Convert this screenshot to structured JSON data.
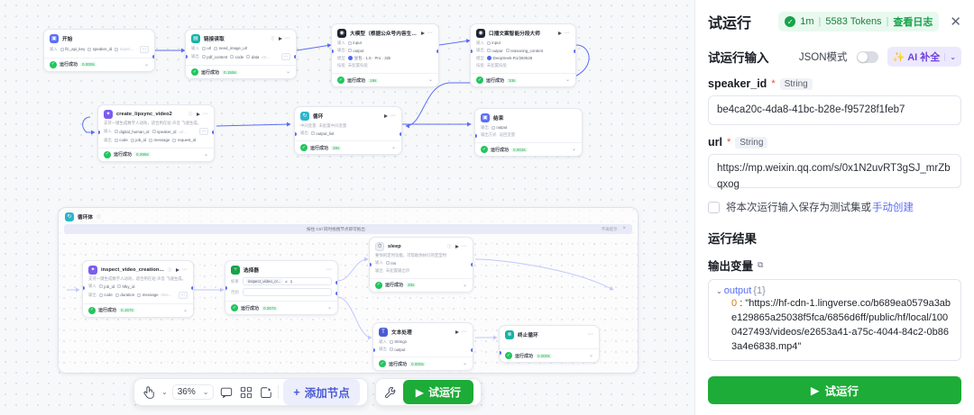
{
  "canvas": {
    "loop_container": {
      "title": "循环体",
      "banner_text": "按住 Ctrl 同时拖拽节点即可拖出",
      "banner_dismiss": "不再提示",
      "banner_close": "×"
    },
    "nodes": [
      {
        "id": "start",
        "title": "开始",
        "icon": "start-icon",
        "input_label": "输入",
        "inputs": [
          "flc_api_key",
          "speaker_id",
          "object..."
        ],
        "status": "运行成功",
        "time": "0.000s"
      },
      {
        "id": "link-reader",
        "title": "链接读取",
        "icon": "link-reader-icon",
        "input_label": "输入",
        "inputs": [
          "url",
          "need_image_url"
        ],
        "output_label": "输出",
        "outputs": [
          "pdf_content",
          "code",
          "data",
          "err..."
        ],
        "status": "运行成功",
        "time": "0.155s"
      },
      {
        "id": "llm-wechat",
        "title": "大模型（根据公众号内容生成视...",
        "icon": "llm-icon",
        "input_label": "输入",
        "inputs": [
          "input"
        ],
        "output_label": "输出",
        "outputs": [
          "output"
        ],
        "model_label": "模型",
        "model": "豆包 · 1.5 · Pro · 32k",
        "skill_label": "技能",
        "skill": "未配置技能",
        "status": "运行成功",
        "time": "19s"
      },
      {
        "id": "segmenter",
        "title": "口播文案智能分段大师",
        "icon": "segmenter-icon",
        "input_label": "输入",
        "inputs": [
          "input"
        ],
        "output_label": "输出",
        "outputs": [
          "output",
          "reasoning_content"
        ],
        "model_label": "模型",
        "model": "DeepSeek-R1/250528",
        "skill_label": "技能",
        "skill": "未配置技能",
        "status": "运行成功",
        "time": "33s"
      },
      {
        "id": "create-lipsync",
        "title": "create_lipsync_video2",
        "icon": "plugin-icon",
        "subtitle": "支持一键生成数字人动效，适合用在短·声音 飞速生成。",
        "input_label": "输入",
        "inputs": [
          "digital_human_id",
          "speaker_id",
          "url..."
        ],
        "output_label": "输出",
        "outputs": [
          "code",
          "job_id",
          "message",
          "request_id"
        ],
        "status": "运行成功",
        "time": "0.295s"
      },
      {
        "id": "loop",
        "title": "循环",
        "icon": "loop-icon",
        "sub_label": "中间变量",
        "sub_value": "未配置中间变量",
        "output_label": "输出",
        "outputs": [
          "output_list"
        ],
        "status": "运行成功",
        "time": "30s"
      },
      {
        "id": "end",
        "title": "结束",
        "icon": "end-icon",
        "output_label": "输出",
        "outputs": [
          "output"
        ],
        "mode_label": "输出方式",
        "mode_value": "返回变量",
        "status": "运行成功",
        "time": "0.003s"
      },
      {
        "id": "inspect-video",
        "title": "inspect_video_creation_sta...",
        "icon": "plugin-icon",
        "subtitle": "支持一键生成数字人动效，适合用在短·声音 飞速生成。",
        "input_label": "输入",
        "inputs": [
          "job_id",
          "hfky_id"
        ],
        "output_label": "输出",
        "outputs": [
          "code",
          "duration",
          "message",
          "time..."
        ],
        "status": "运行成功",
        "time": "0.167s"
      },
      {
        "id": "selector",
        "title": "选择器",
        "icon": "selector-icon",
        "if_label": "如果",
        "cond_var": "inspect_video_cr...",
        "cond_op": "≠",
        "cond_val": "1",
        "else_label": "否则",
        "status": "运行成功",
        "time": "0.007s"
      },
      {
        "id": "sleep",
        "title": "sleep",
        "icon": "sleep-icon",
        "subtitle": "要你的定时功能，可帮助你执行的定型时",
        "input_label": "输入",
        "inputs": [
          "ms"
        ],
        "output_label": "输出",
        "output_value": "未配置输出项",
        "status": "运行成功",
        "time": "30s"
      },
      {
        "id": "text-process",
        "title": "文本处理",
        "icon": "text-icon",
        "input_label": "输入",
        "inputs": [
          "String1"
        ],
        "output_label": "输出",
        "outputs": [
          "output"
        ],
        "status": "运行成功",
        "time": "0.000s"
      },
      {
        "id": "break-loop",
        "title": "终止循环",
        "icon": "break-icon",
        "status": "运行成功",
        "time": "0.000s"
      }
    ],
    "toolbar": {
      "cursor_icon": "cursor-icon",
      "cursor_caret": "⌄",
      "zoom_value": "36%",
      "zoom_caret": "⌄",
      "comment_icon": "comment-icon",
      "layout_icon": "layout-icon",
      "note_icon": "note-icon",
      "add_node_plus": "+",
      "add_node_label": "添加节点",
      "wrench_icon": "wrench-icon",
      "run_play": "▶",
      "run_label": "试运行"
    }
  },
  "panel": {
    "title": "试运行",
    "status": {
      "check": "✓",
      "duration": "1m",
      "sep1": "|",
      "tokens": "5583 Tokens",
      "sep2": "|",
      "log_link": "查看日志"
    },
    "close": "✕",
    "input_section": {
      "title": "试运行输入",
      "json_mode_label": "JSON模式",
      "ai_icon": "sparkle-icon",
      "ai_label": "AI 补全",
      "ai_caret": "⌄"
    },
    "fields": [
      {
        "name": "speaker_id",
        "required": "*",
        "type": "String",
        "value": "be4ca20c-4da8-41bc-b28e-f95728f1feb7"
      },
      {
        "name": "url",
        "required": "*",
        "type": "String",
        "value": "https://mp.weixin.qq.com/s/0x1N2uvRT3gSJ_mrZbqxog"
      }
    ],
    "save_testset": {
      "text": "将本次运行输入保存为测试集或",
      "link": "手动创建"
    },
    "result_title": "运行结果",
    "output_vars": {
      "label": "输出变量",
      "copy_icon": "copy-icon",
      "caret": "⌄",
      "key": "output",
      "count": "{1}",
      "index": "0",
      "colon": ":",
      "value": "\"https://hf-cdn-1.lingverse.co/b689ea0579a3abe129865a25038f5fca/6856d6ff/public/hf/local/1000427493/videos/e2653a41-a75c-4044-84c2-0b863a4e6838.mp4\""
    },
    "run_button": {
      "play": "▶",
      "label": "试运行"
    }
  }
}
